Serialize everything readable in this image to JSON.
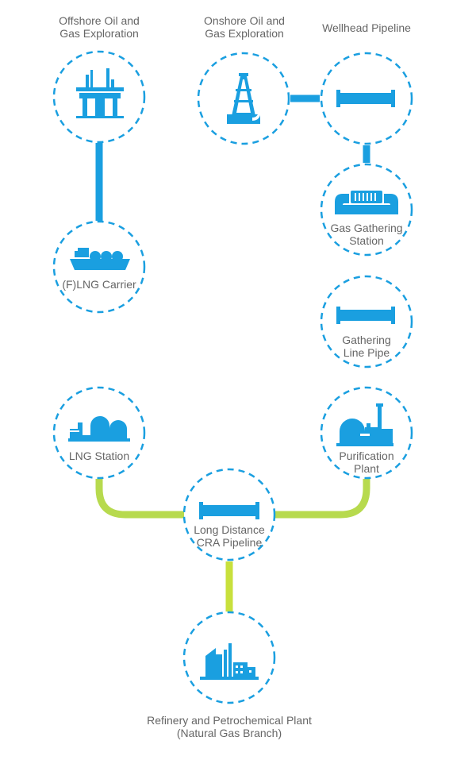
{
  "colors": {
    "icon": "#1a9fe0",
    "ring": "#1a9fe0",
    "connector_blue": "#1a9fe0",
    "connector_teal": "#4fb8a6",
    "connector_green": "#a5d56a",
    "connector_lime": "#c8e03c",
    "text": "#666666"
  },
  "nodes": {
    "offshore": {
      "line1": "Offshore Oil and",
      "line2": "Gas Exploration",
      "icon": "offshore-platform-icon"
    },
    "onshore": {
      "line1": "Onshore Oil and",
      "line2": "Gas Exploration",
      "icon": "drilling-derrick-icon"
    },
    "wellhead": {
      "line1": "Wellhead Pipeline",
      "icon": "pipe-icon"
    },
    "gas_gathering": {
      "line1": "Gas Gathering",
      "line2": "Station",
      "icon": "gathering-station-icon"
    },
    "gathering_line": {
      "line1": "Gathering",
      "line2": "Line Pipe",
      "icon": "pipe-icon"
    },
    "purification": {
      "line1": "Purification",
      "line2": "Plant",
      "icon": "purification-plant-icon"
    },
    "lng_carrier": {
      "line1": "(F)LNG Carrier",
      "icon": "lng-ship-icon"
    },
    "lng_station": {
      "line1": "LNG Station",
      "icon": "lng-tanks-icon"
    },
    "long_distance": {
      "line1": "Long Distance",
      "line2": "CRA Pipeline",
      "icon": "pipe-icon"
    },
    "refinery": {
      "line1": "Refinery and Petrochemical Plant",
      "line2": "(Natural Gas Branch)",
      "icon": "refinery-icon"
    }
  }
}
